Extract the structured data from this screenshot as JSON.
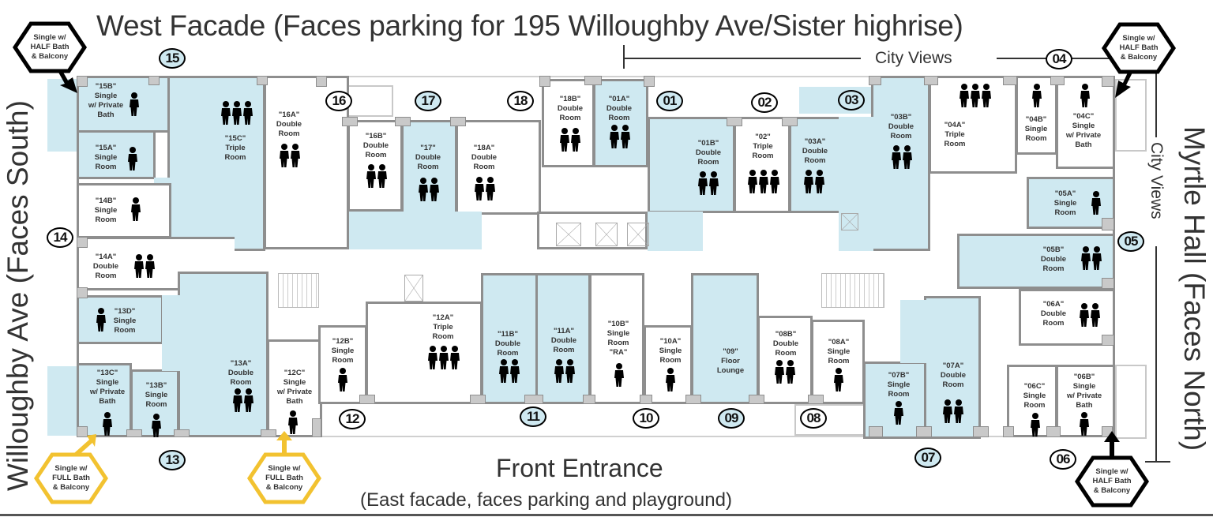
{
  "title": {
    "west": "West Facade (Faces parking for 195 Willoughby Ave/Sister highrise)",
    "east": "Front Entrance",
    "east_sub": "(East facade, faces parking and playground)",
    "south": "Willoughby Ave (Faces South)",
    "north": "Myrtle Hall (Faces North)",
    "city_views_top": "City Views",
    "city_views_right": "City Views"
  },
  "colors": {
    "shaded_room": "#cfe9f1",
    "wall": "#8e8e8e",
    "half_bath_callout": "#000000",
    "full_bath_callout": "#f2c230"
  },
  "callouts": [
    {
      "id": "c1",
      "text": "Single w/\nHALF Bath\n& Balcony",
      "type": "half",
      "target": "15B"
    },
    {
      "id": "c2",
      "text": "Single w/\nHALF Bath\n& Balcony",
      "type": "half",
      "target": "04C"
    },
    {
      "id": "c3",
      "text": "Single w/\nHALF Bath\n& Balcony",
      "type": "half",
      "target": "06B"
    },
    {
      "id": "c4",
      "text": "Single w/\nFULL Bath\n& Balcony",
      "type": "full",
      "target": "13C"
    },
    {
      "id": "c5",
      "text": "Single w/\nFULL Bath\n& Balcony",
      "type": "full",
      "target": "12C"
    }
  ],
  "suites": [
    "01",
    "02",
    "03",
    "04",
    "05",
    "06",
    "07",
    "08",
    "09",
    "10",
    "11",
    "12",
    "13",
    "14",
    "15",
    "16",
    "17",
    "18"
  ],
  "rooms": [
    {
      "id": "15B",
      "label": "\"15B\"\nSingle\nw/ Private\nBath",
      "occupancy": 1,
      "shaded": true
    },
    {
      "id": "15A",
      "label": "\"15A\"\nSingle\nRoom",
      "occupancy": 1,
      "shaded": true
    },
    {
      "id": "15C",
      "label": "\"15C\"\nTriple\nRoom",
      "occupancy": 3,
      "shaded": true
    },
    {
      "id": "14B",
      "label": "\"14B\"\nSingle\nRoom",
      "occupancy": 1,
      "shaded": false
    },
    {
      "id": "14A",
      "label": "\"14A\"\nDouble\nRoom",
      "occupancy": 2,
      "shaded": false
    },
    {
      "id": "13D",
      "label": "\"13D\"\nSingle\nRoom",
      "occupancy": 1,
      "shaded": true
    },
    {
      "id": "13C",
      "label": "\"13C\"\nSingle\nw/ Private\nBath",
      "occupancy": 1,
      "shaded": true
    },
    {
      "id": "13B",
      "label": "\"13B\"\nSingle\nRoom",
      "occupancy": 1,
      "shaded": true
    },
    {
      "id": "13A",
      "label": "\"13A\"\nDouble\nRoom",
      "occupancy": 2,
      "shaded": true
    },
    {
      "id": "12C",
      "label": "\"12C\"\nSingle\nw/ Private\nBath",
      "occupancy": 1,
      "shaded": false
    },
    {
      "id": "12B",
      "label": "\"12B\"\nSingle\nRoom",
      "occupancy": 1,
      "shaded": false
    },
    {
      "id": "12A",
      "label": "\"12A\"\nTriple\nRoom",
      "occupancy": 3,
      "shaded": false
    },
    {
      "id": "11B",
      "label": "\"11B\"\nDouble\nRoom",
      "occupancy": 2,
      "shaded": true
    },
    {
      "id": "11A",
      "label": "\"11A\"\nDouble\nRoom",
      "occupancy": 2,
      "shaded": true
    },
    {
      "id": "10B",
      "label": "\"10B\"\nSingle\nRoom\n\"RA\"",
      "occupancy": 1,
      "shaded": false
    },
    {
      "id": "10A",
      "label": "\"10A\"\nSingle\nRoom",
      "occupancy": 1,
      "shaded": false
    },
    {
      "id": "09",
      "label": "\"09\"\nFloor\nLounge",
      "occupancy": 0,
      "shaded": true
    },
    {
      "id": "08B",
      "label": "\"08B\"\nDouble\nRoom",
      "occupancy": 2,
      "shaded": false
    },
    {
      "id": "08A",
      "label": "\"08A\"\nSingle\nRoom",
      "occupancy": 1,
      "shaded": false
    },
    {
      "id": "07B",
      "label": "\"07B\"\nSingle\nRoom",
      "occupancy": 1,
      "shaded": true
    },
    {
      "id": "07A",
      "label": "\"07A\"\nDouble\nRoom",
      "occupancy": 2,
      "shaded": true
    },
    {
      "id": "06C",
      "label": "\"06C\"\nSingle\nRoom",
      "occupancy": 1,
      "shaded": false
    },
    {
      "id": "06B",
      "label": "\"06B\"\nSingle\nw/ Private\nBath",
      "occupancy": 1,
      "shaded": false
    },
    {
      "id": "06A",
      "label": "\"06A\"\nDouble\nRoom",
      "occupancy": 2,
      "shaded": false
    },
    {
      "id": "05B",
      "label": "\"05B\"\nDouble\nRoom",
      "occupancy": 2,
      "shaded": true
    },
    {
      "id": "05A",
      "label": "\"05A\"\nSingle\nRoom",
      "occupancy": 1,
      "shaded": true
    },
    {
      "id": "04C",
      "label": "\"04C\"\nSingle\nw/ Private\nBath",
      "occupancy": 1,
      "shaded": false
    },
    {
      "id": "04B",
      "label": "\"04B\"\nSingle\nRoom",
      "occupancy": 1,
      "shaded": false
    },
    {
      "id": "04A",
      "label": "\"04A\"\nTriple\nRoom",
      "occupancy": 3,
      "shaded": false
    },
    {
      "id": "03B",
      "label": "\"03B\"\nDouble\nRoom",
      "occupancy": 2,
      "shaded": true
    },
    {
      "id": "03A",
      "label": "\"03A\"\nDouble\nRoom",
      "occupancy": 2,
      "shaded": true
    },
    {
      "id": "02",
      "label": "\"02\"\nTriple\nRoom",
      "occupancy": 3,
      "shaded": false
    },
    {
      "id": "01B",
      "label": "\"01B\"\nDouble\nRoom",
      "occupancy": 2,
      "shaded": true
    },
    {
      "id": "01A",
      "label": "\"01A\"\nDouble\nRoom",
      "occupancy": 2,
      "shaded": true
    },
    {
      "id": "18B",
      "label": "\"18B\"\nDouble\nRoom",
      "occupancy": 2,
      "shaded": false
    },
    {
      "id": "18A",
      "label": "\"18A\"\nDouble\nRoom",
      "occupancy": 2,
      "shaded": false
    },
    {
      "id": "17",
      "label": "\"17\"\nDouble\nRoom",
      "occupancy": 2,
      "shaded": true
    },
    {
      "id": "16B",
      "label": "\"16B\"\nDouble\nRoom",
      "occupancy": 2,
      "shaded": false
    },
    {
      "id": "16A",
      "label": "\"16A\"\nDouble\nRoom",
      "occupancy": 2,
      "shaded": false
    }
  ]
}
